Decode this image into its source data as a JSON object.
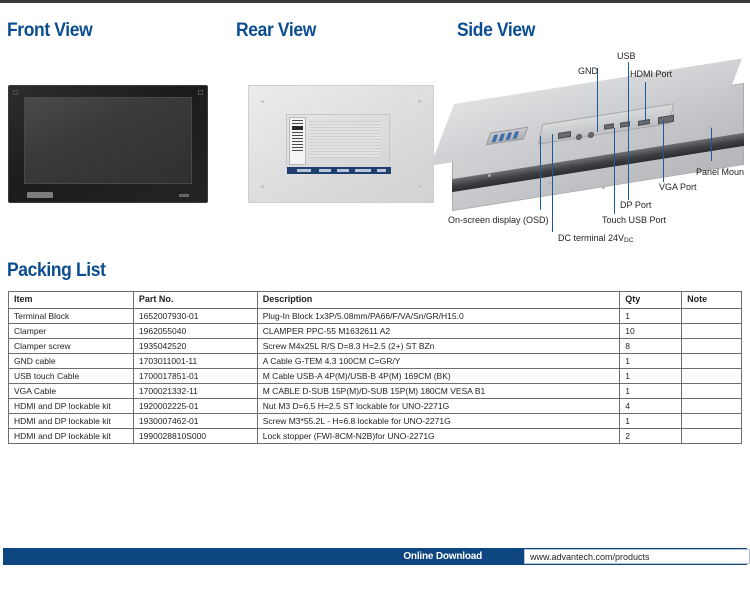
{
  "sections": {
    "front_view": "Front View",
    "rear_view": "Rear View",
    "side_view": "Side View",
    "packing_list": "Packing List"
  },
  "side_view_callouts": [
    {
      "id": "gnd",
      "label": "GND"
    },
    {
      "id": "usb",
      "label": "USB"
    },
    {
      "id": "hdmi",
      "label": "HDMI Port"
    },
    {
      "id": "panel-mount",
      "label": "Panel Moun"
    },
    {
      "id": "vga",
      "label": "VGA Port"
    },
    {
      "id": "dp",
      "label": "DP Port"
    },
    {
      "id": "touch-usb",
      "label": "Touch USB Port"
    },
    {
      "id": "dc",
      "label": "DC terminal 24V",
      "sub": "DC"
    },
    {
      "id": "osd",
      "label": "On-screen display (OSD)"
    }
  ],
  "packing_table": {
    "headers": [
      "Item",
      "Part No.",
      "Description",
      "Qty",
      "Note"
    ],
    "rows": [
      {
        "item": "Terminal Block",
        "part_no": "1652007930-01",
        "description": "Plug-In Block 1x3P/5.08mm/PA66/F/VA/Sn/GR/H15.0",
        "qty": "1",
        "note": ""
      },
      {
        "item": "Clamper",
        "part_no": "1962055040",
        "description": "CLAMPER PPC-55 M1632611 A2",
        "qty": "10",
        "note": ""
      },
      {
        "item": "Clamper screw",
        "part_no": "1935042520",
        "description": "Screw M4x25L R/S D=8.3 H=2.5 (2+) ST BZn",
        "qty": "8",
        "note": ""
      },
      {
        "item": "GND cable",
        "part_no": "1703011001-11",
        "description": "A Cable G-TEM 4.3 100CM C=GR/Y",
        "qty": "1",
        "note": ""
      },
      {
        "item": "USB touch Cable",
        "part_no": "1700017851-01",
        "description": "M Cable USB-A 4P(M)/USB-B 4P(M) 169CM (BK)",
        "qty": "1",
        "note": ""
      },
      {
        "item": "VGA Cable",
        "part_no": "1700021332-11",
        "description": "M CABLE D-SUB 15P(M)/D-SUB 15P(M) 180CM VESA B1",
        "qty": "1",
        "note": ""
      },
      {
        "item": "HDMI and DP lockable kit",
        "part_no": "1920002225-01",
        "description": "Nut M3 D=6.5 H=2.5 ST lockable for UNO-2271G",
        "qty": "4",
        "note": ""
      },
      {
        "item": "HDMI and DP lockable kit",
        "part_no": "1930007462-01",
        "description": "Screw M3*55.2L - H=6.8 lockable for UNO-2271G",
        "qty": "1",
        "note": ""
      },
      {
        "item": "HDMI and DP lockable kit",
        "part_no": "1990028810S000",
        "description": "Lock stopper (FWI-8CM-N2B)for UNO-2271G",
        "qty": "2",
        "note": ""
      }
    ]
  },
  "footer": {
    "download_label": "Online Download",
    "url": "www.advantech.com/products"
  },
  "colors": {
    "heading_blue": "#0b4d91",
    "footer_blue": "#0d4680",
    "callout_blue": "#1c5a9c",
    "table_border": "#6d6e71"
  }
}
